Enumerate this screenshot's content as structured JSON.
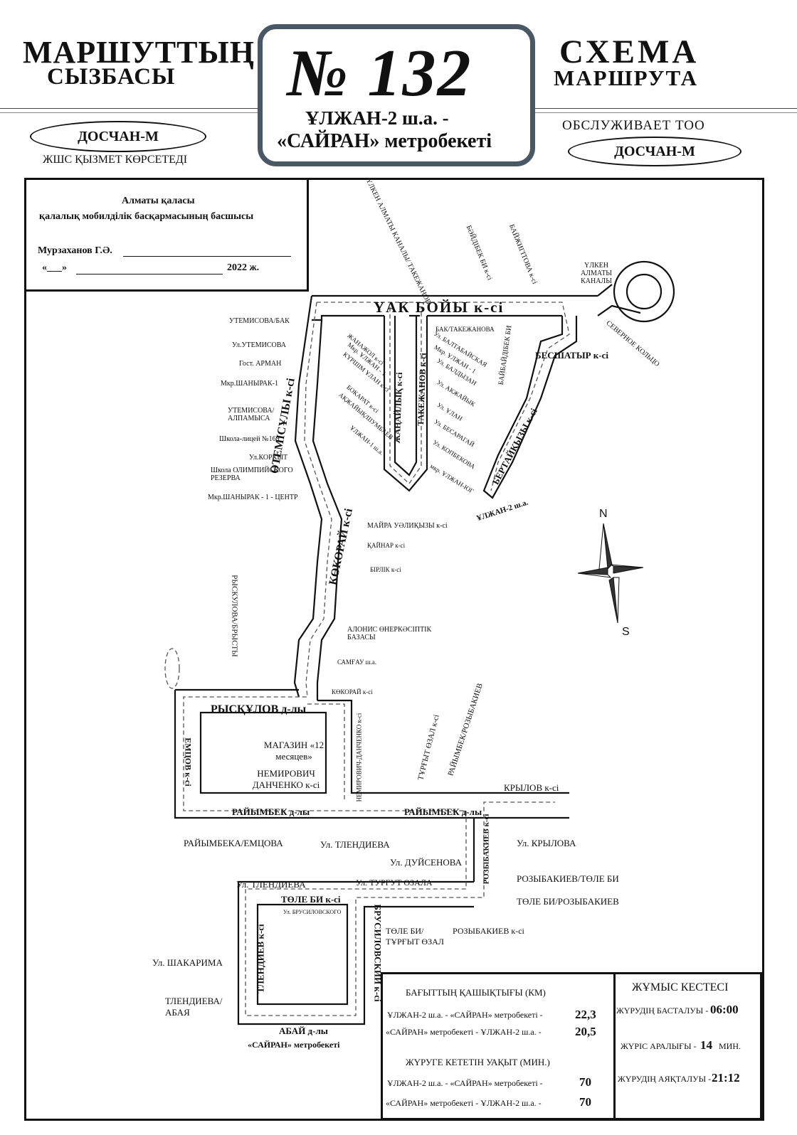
{
  "header": {
    "left_title_1": "МАРШУТТЫҢ",
    "left_title_2": "СЫЗБАСЫ",
    "right_title_1": "СХЕМА",
    "right_title_2": "МАРШРУТА",
    "route_number": "№ 132",
    "route_line_1": "ҰЛЖАН-2 ш.а. -",
    "route_line_2": "«САЙРАН» метробекеті",
    "left_company": "ДОСЧАН-М",
    "left_service_text": "ЖШС ҚЫЗМЕТ КӨРСЕТЕДІ",
    "right_service_text": "ОБСЛУЖИВАЕТ ТОО",
    "right_company": "ДОСЧАН-М"
  },
  "approval": {
    "line_1": "Алматы қаласы",
    "line_2": "қалалық мобилділік басқармасының басшысы",
    "signer": "Мурзаханов Г.Ә.",
    "date_prefix": "«___»",
    "date_year": "2022 ж."
  },
  "streets": {
    "uak_boiy": "ҮАК БОЙЫ к-сi",
    "otemisuly": "ӨТЕМІСҰЛЫ к-сi",
    "kokorai": "КӨКОРАЙ к-сi",
    "ryskulov": "РЫСҚҰЛОВ д-лы",
    "raiymbek": "РАЙЫМБЕК д-лы",
    "raiymbek_2": "РАЙЫМБЕК д-лы",
    "besshatyr": "БЕСШАТЫР к-сi",
    "bertaiqyzy": "БЕРТАЙҚЫЗЫ к-сi",
    "ulzhan2": "ҰЛЖАН-2 ш.а.",
    "zhanaly": "ЖАҢАЙЛЫҚ к-сi",
    "takezhanov": "ТАКЕЖАНОВ к-сi",
    "emtsov": "ЕМЦОВ к-сi",
    "tole_bi": "ТӨЛЕ БИ к-сi",
    "tlendiev": "ТЛЕНДИЕВ к-сi",
    "brusilovsky": "БРУСИЛОВСКИЙ к-сi",
    "abai": "АБАЙ д-лы",
    "rozybakiev": "РОЗЫБАКИЕВ к-сi",
    "krylov": "КРЫЛОВ к-сi",
    "turgut_ozal": "ТҰРҒЫТ ӨЗАЛ к-сi",
    "raiymbek_rozybakiev": "РАЙЫМБЕК/РОЗЫБАКИЕВ",
    "ryskulova_brysty": "РЫСКУЛОВА/БРЫСТЫ",
    "ulken_almaty_kanaly_takezhanov": "ҮЛКЕН АЛМАТЫ КАНАЛЫ/ ТАКЕЖАНОВ",
    "boidibek_bi": "БӘЙДІБЕК БИ к-сі",
    "baizhigitova": "БАЙЖИГІТОВА к-сі",
    "baidibek_bi_2": "БАЙБАЙДІБЕК БИ",
    "ulken_almaty_kanaly": "ҮЛКЕН АЛМАТЫ КАНАЛЫ",
    "severnoe_koltso": "СЕВЕРНОЕ КОЛЬЦО",
    "nemirovich_danchenko": "НЕМИРОВИЧ-ДАНЧЕНКО к-сі",
    "bruslovskogo": "Ул. БРУСИЛОВСКОГО",
    "sairan_metro": "«САЙРАН» метробекеті"
  },
  "stops": {
    "utemisova_bak": "УТЕМИСОВА/БАК",
    "ul_utemisova": "Ул.УТЕМИСОВА",
    "gost_arman": "Гост. АРМАН",
    "mkr_shanyrak1": "Мкр.ШАНЫРАК-1",
    "utemisova_alpamysa": "УТЕМИСОВА/ АЛПАМЫСА",
    "shkola_licei": "Школа-лицей №169",
    "ul_korkyt": "Ул.КОРКЫТ",
    "shkola_olimp": "Школа ОЛИМПИЙСКОГО РЕЗЕРВА",
    "mkr_shanyrak_center": "Мкр.ШАНЫРАК - 1 - ЦЕНТР",
    "baktakezhanova": "БАК/ТАКЕЖАНОВА",
    "ul_baltabaiskaya": "Ул. БАЛТАБАЙСКАЯ",
    "mkr_ulzhan1": "Мкр. ҰЛЖАН - 1",
    "ul_baldyzhan": "Ул. БАЛДЫЗАН",
    "ul_akzhaiyk": "Ул. АКЖАЙЫК",
    "ul_ulan": "Ул. ҰЛАН",
    "ul_besaragai": "Ул. БЕСАРАГАЙ",
    "ul_kopbekova": "Ул. КОПБЕКОВА",
    "mkr_ulzhan_yug": "мкр. ҰЛЖАН-ЮГ",
    "zhanazhol": "ЖАНАЖОЛ к-сі",
    "mkr_ulzhan_1b": "Мкр. ҰЛЖАН - 1",
    "kurshim_ulan": "КҮРШІМ ҰЛАН к-сі",
    "bokarat": "БОКАРАТ к-сі",
    "akzhaiyk_shumbaev": "АҚЖАЙЫҚ/ШУМБАЕВ",
    "ulzhan1_b": "ҰЛЖАН-1 ш.а.",
    "maira_uolikyzy": "МАЙРА УӘЛИҚЫЗЫ к-сі",
    "kaiyrbar": "ҚАЙНАР к-сі",
    "birlik": "БІРЛІК к-сі",
    "alonis": "АЛОНИС ӨНЕРКӘСІПТІК БАЗАСЫ",
    "samgau": "САМҒАУ ш.а.",
    "kokorai_b": "КӨКОРАЙ к-сі",
    "magazin_12": "МАГАЗИН «12 месяцев»",
    "nemirovich_danchenko_stop": "НЕМИРОВИЧ ДАНЧЕНКО к-сі",
    "raiymbeka_emtsova": "РАЙЫМБЕКА/ЕМЦОВА",
    "ul_tlendieva": "Ул. ТЛЕНДИЕВА",
    "ul_duisenova": "Ул. ДУЙСЕНОВА",
    "ul_turgut_ozala": "Ул. ТУРГУТ ОЗАЛА",
    "ul_krylova": "Ул. КРЫЛОВА",
    "rozybakiev_tole_bi": "РОЗЫБАКИЕВ/ТӨЛЕ БИ",
    "tole_bi_rozybakiev": "ТӨЛЕ БИ/РОЗЫБАКИЕВ",
    "tole_bi_turgut_ozal": "ТӨЛЕ БИ/ ТҰРҒЫТ ӨЗАЛ",
    "rozybakiev_ksi": "РОЗЫБАКИЕВ к-сі",
    "ul_tlendieva_2": "Ул. ТЛЕНДИЕВА",
    "ul_shakarima": "Ул. ШАКАРИМА",
    "tlendieva_abaya": "ТЛЕНДИЕВА/ АБАЯ"
  },
  "compass": {
    "north": "N",
    "south": "S"
  },
  "info": {
    "distance_title": "БАҒЫТТЫҢ ҚАШЫҚТЫҒЫ (КМ)",
    "distance_1_label": "ҰЛЖАН-2 ш.а. - «САЙРАН» метробекеті -",
    "distance_1_value": "22,3",
    "distance_2_label": "«САЙРАН» метробекеті - ҰЛЖАН-2 ш.а. -",
    "distance_2_value": "20,5",
    "travel_title": "ЖҮРУГЕ КЕТЕТІН УАҚЫТ (МИН.)",
    "travel_1_label": "ҰЛЖАН-2 ш.а. - «САЙРАН» метробекеті -",
    "travel_1_value": "70",
    "travel_2_label": "«САЙРАН» метробекеті - ҰЛЖАН-2 ш.а. -",
    "travel_2_value": "70",
    "schedule_title": "ЖҰМЫС КЕСТЕСІ",
    "start_label": "ЖҮРУДІҢ БАСТАЛУЫ -",
    "start_value": "06:00",
    "interval_label": "ЖҮРІС АРАЛЫҒЫ -",
    "interval_value": "14",
    "interval_unit": "МИН.",
    "end_label": "ЖҮРУДІҢ АЯҚТАЛУЫ -",
    "end_value": "21:12"
  }
}
